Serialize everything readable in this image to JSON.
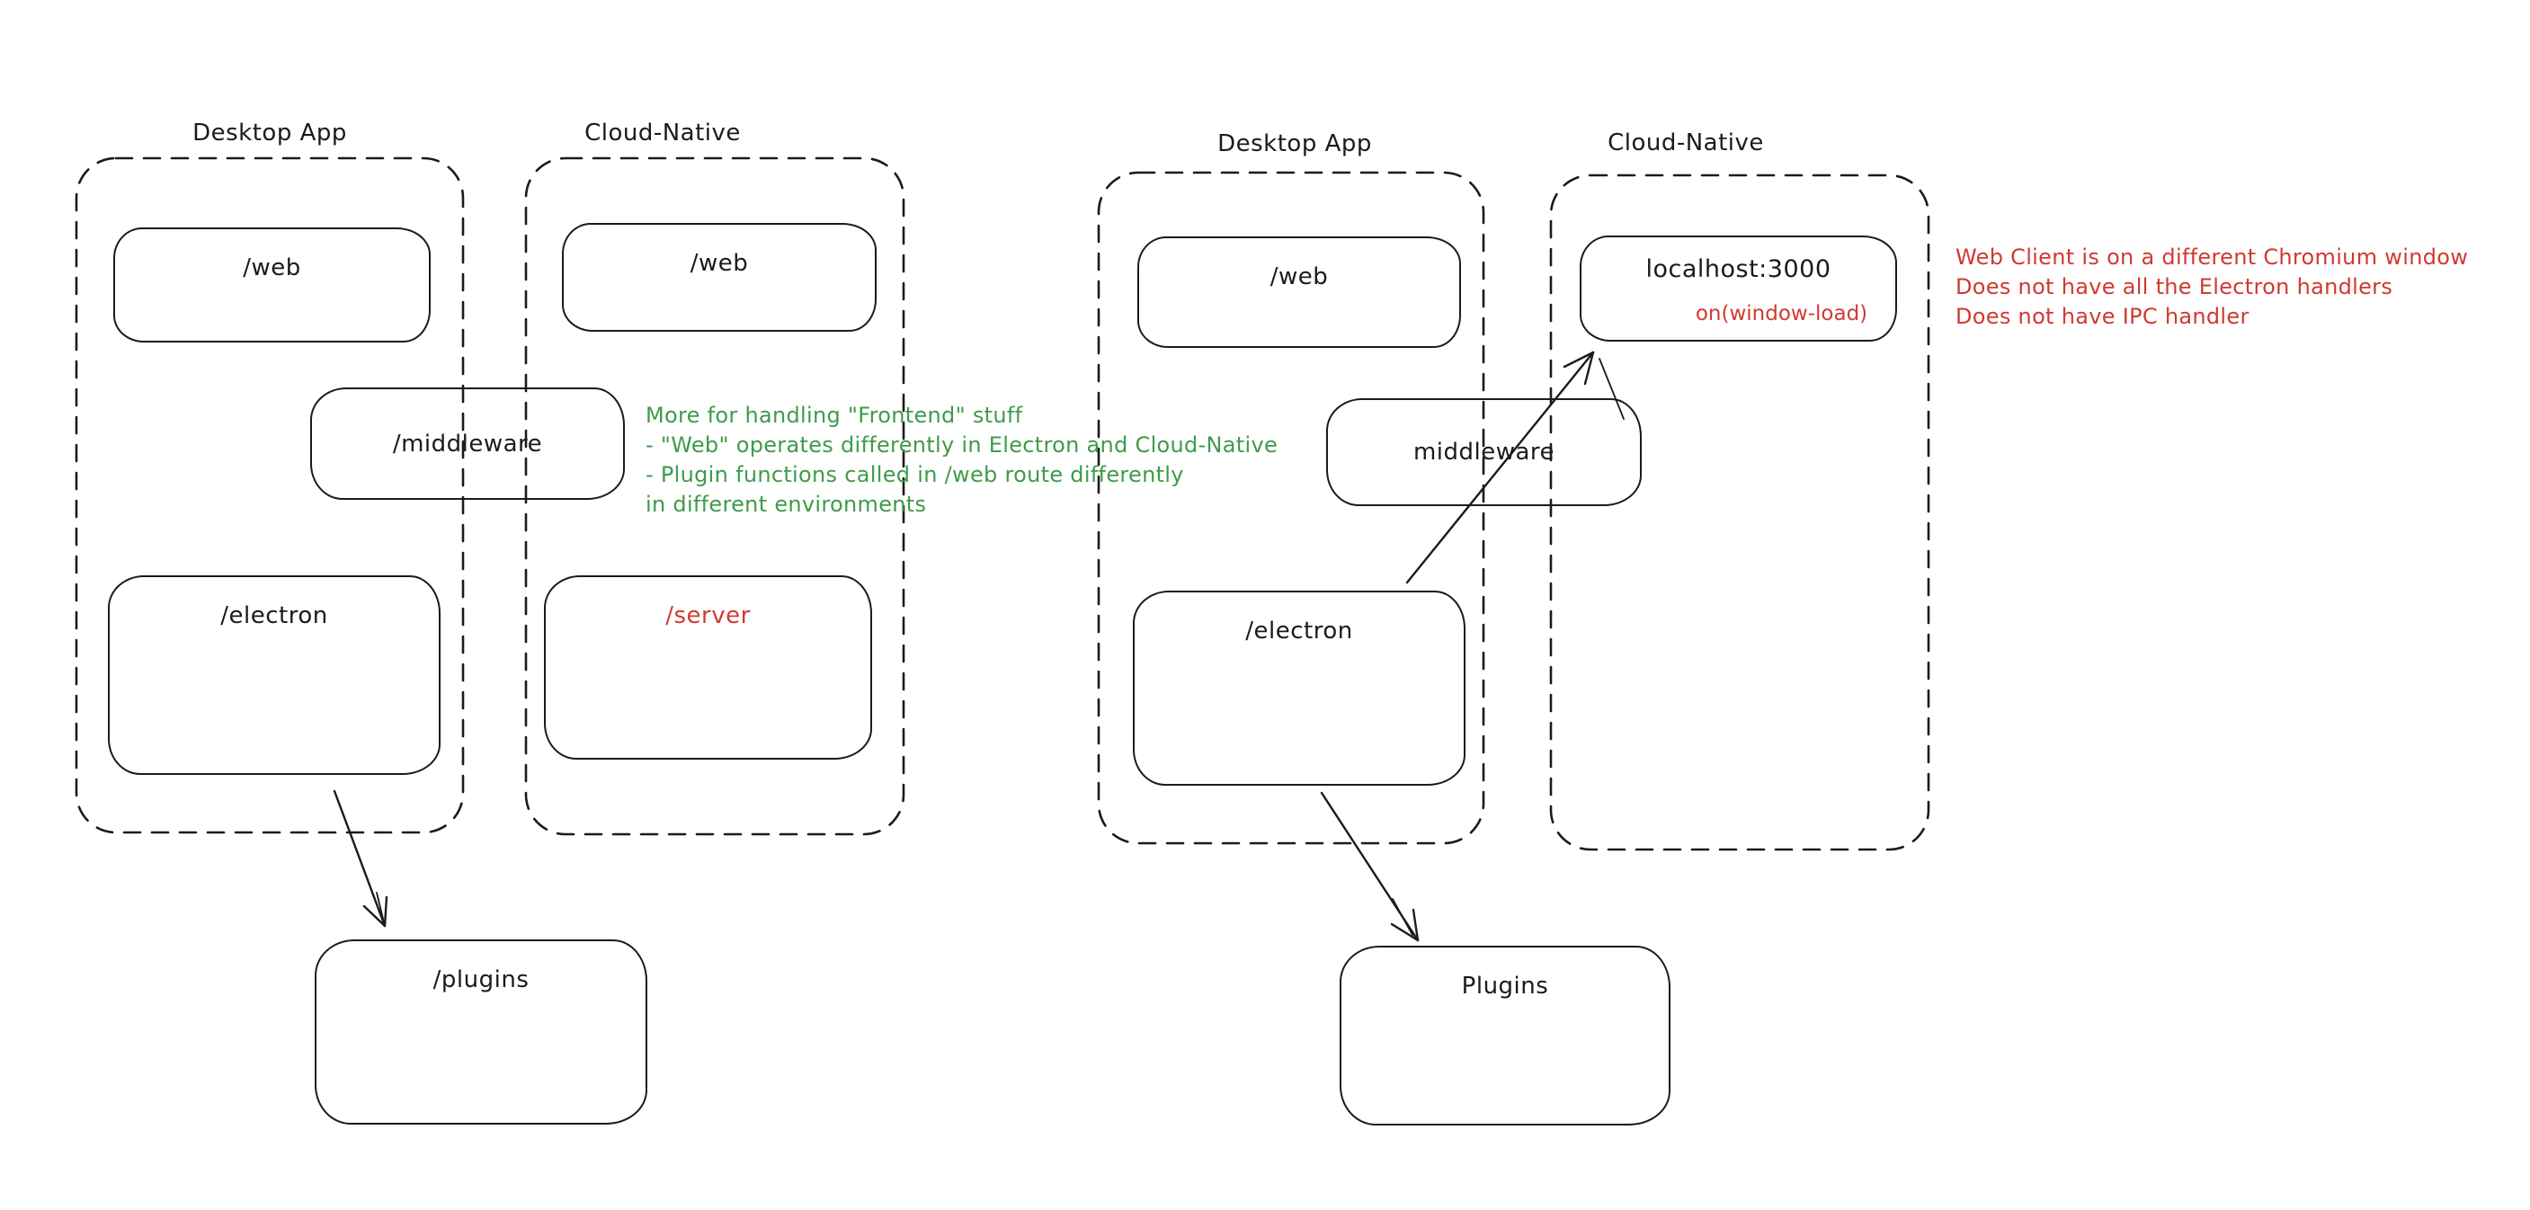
{
  "colors": {
    "ink": "#1b1b1b",
    "red": "#d03a31",
    "green": "#3f9b49",
    "bg": "#ffffff"
  },
  "left": {
    "desktop_label": "Desktop App",
    "cloud_label": "Cloud-Native",
    "web_desktop": "/web",
    "web_cloud": "/web",
    "middleware": "/middleware",
    "electron": "/electron",
    "server": "/server",
    "plugins": "/plugins",
    "note": {
      "lines": [
        "More for handling \"Frontend\" stuff",
        "- \"Web\" operates differently in Electron and Cloud-Native",
        "- Plugin functions called in /web route differently",
        "in different environments"
      ]
    }
  },
  "right": {
    "desktop_label": "Desktop App",
    "cloud_label": "Cloud-Native",
    "web": "/web",
    "localhost": "localhost:3000",
    "localhost_event": "on(window-load)",
    "middleware": "middleware",
    "electron": "/electron",
    "plugins": "Plugins",
    "note": {
      "lines": [
        "Web Client is on a different Chromium window",
        "Does not have all the Electron handlers",
        "Does not have IPC handler"
      ]
    }
  }
}
